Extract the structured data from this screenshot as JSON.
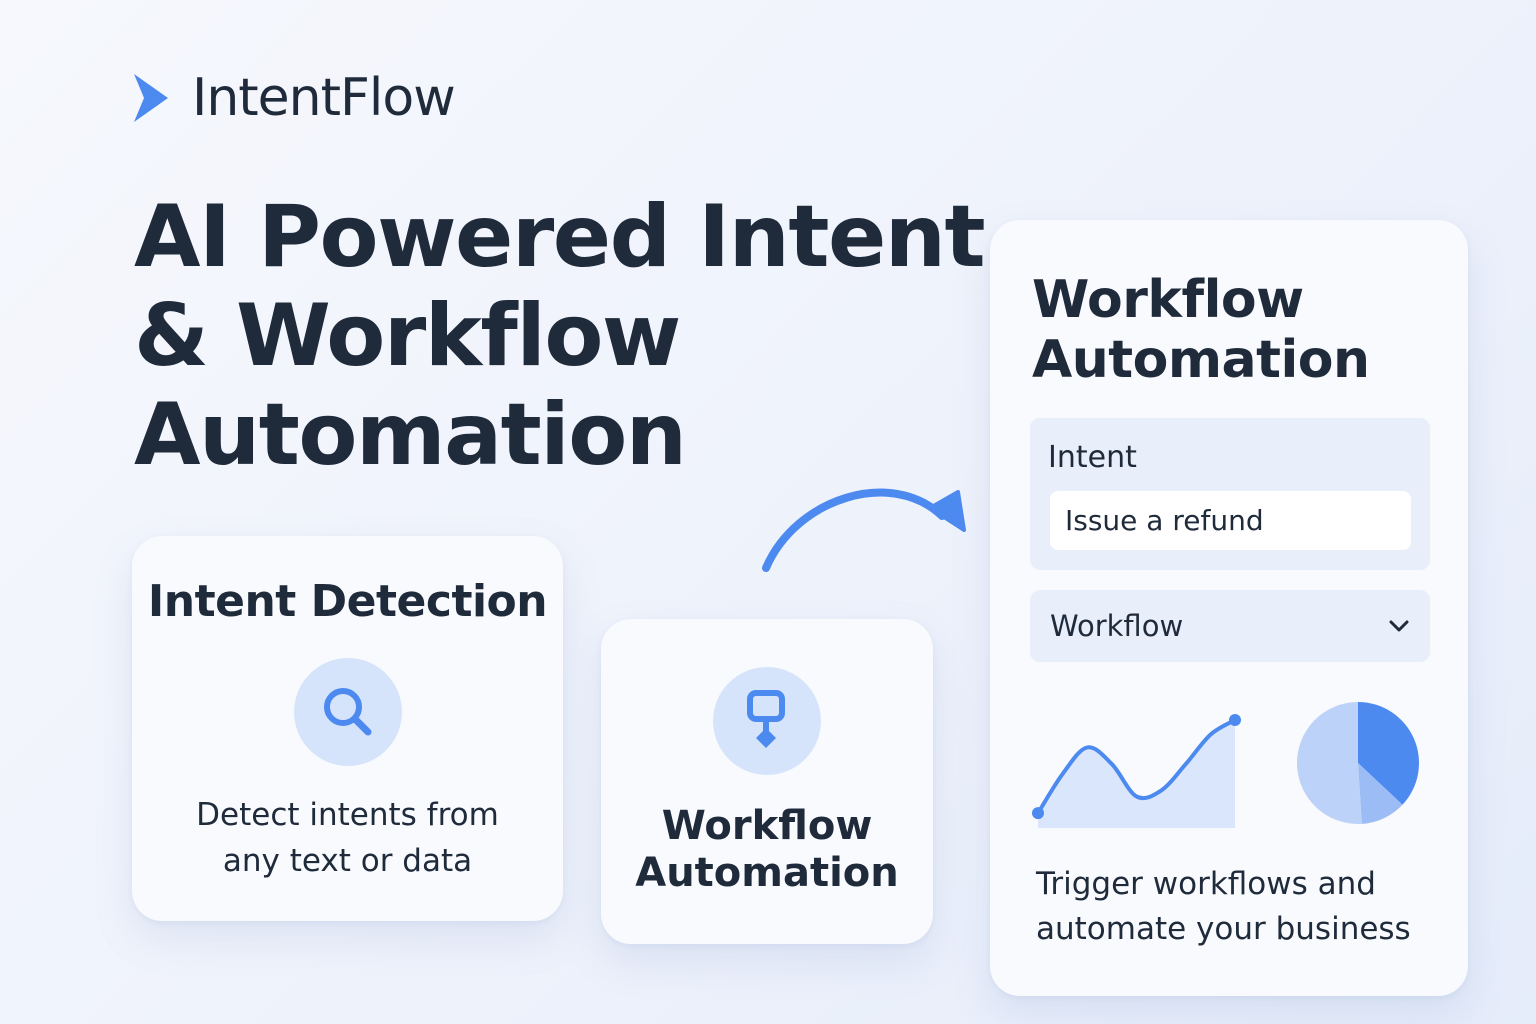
{
  "brand": {
    "name": "IntentFlow",
    "accent_color": "#4d8af0",
    "logo_icon": "chevron-logo-icon"
  },
  "hero": {
    "title_lines": [
      "AI Powered Intent",
      "& Workflow",
      "Automation"
    ]
  },
  "intent_detection_card": {
    "title": "Intent Detection",
    "icon": "search-icon",
    "description_lines": [
      "Detect intents from",
      "any text or data"
    ]
  },
  "workflow_card": {
    "icon": "flow-node-icon",
    "title_lines": [
      "Workflow",
      "Automation"
    ]
  },
  "panel": {
    "title_lines": [
      "Workflow",
      "Automation"
    ],
    "intent_label": "Intent",
    "intent_value": "Issue a refund",
    "workflow_label": "Workflow",
    "workflow_icon": "chevron-down-icon",
    "description_lines": [
      "Trigger workflows and",
      "automate your business"
    ]
  },
  "chart_data": [
    {
      "type": "line",
      "x": [
        0,
        1,
        2,
        3,
        4,
        5,
        6,
        7,
        8
      ],
      "values": [
        0.05,
        0.45,
        0.72,
        0.55,
        0.22,
        0.28,
        0.55,
        0.85,
        1.0
      ],
      "color": "#4d8af0",
      "fill_color": "#d9e6fb"
    },
    {
      "type": "pie",
      "values": [
        37,
        12,
        51
      ],
      "colors": [
        "#4d8af0",
        "#9cbcf5",
        "#bcd2f8"
      ]
    }
  ]
}
